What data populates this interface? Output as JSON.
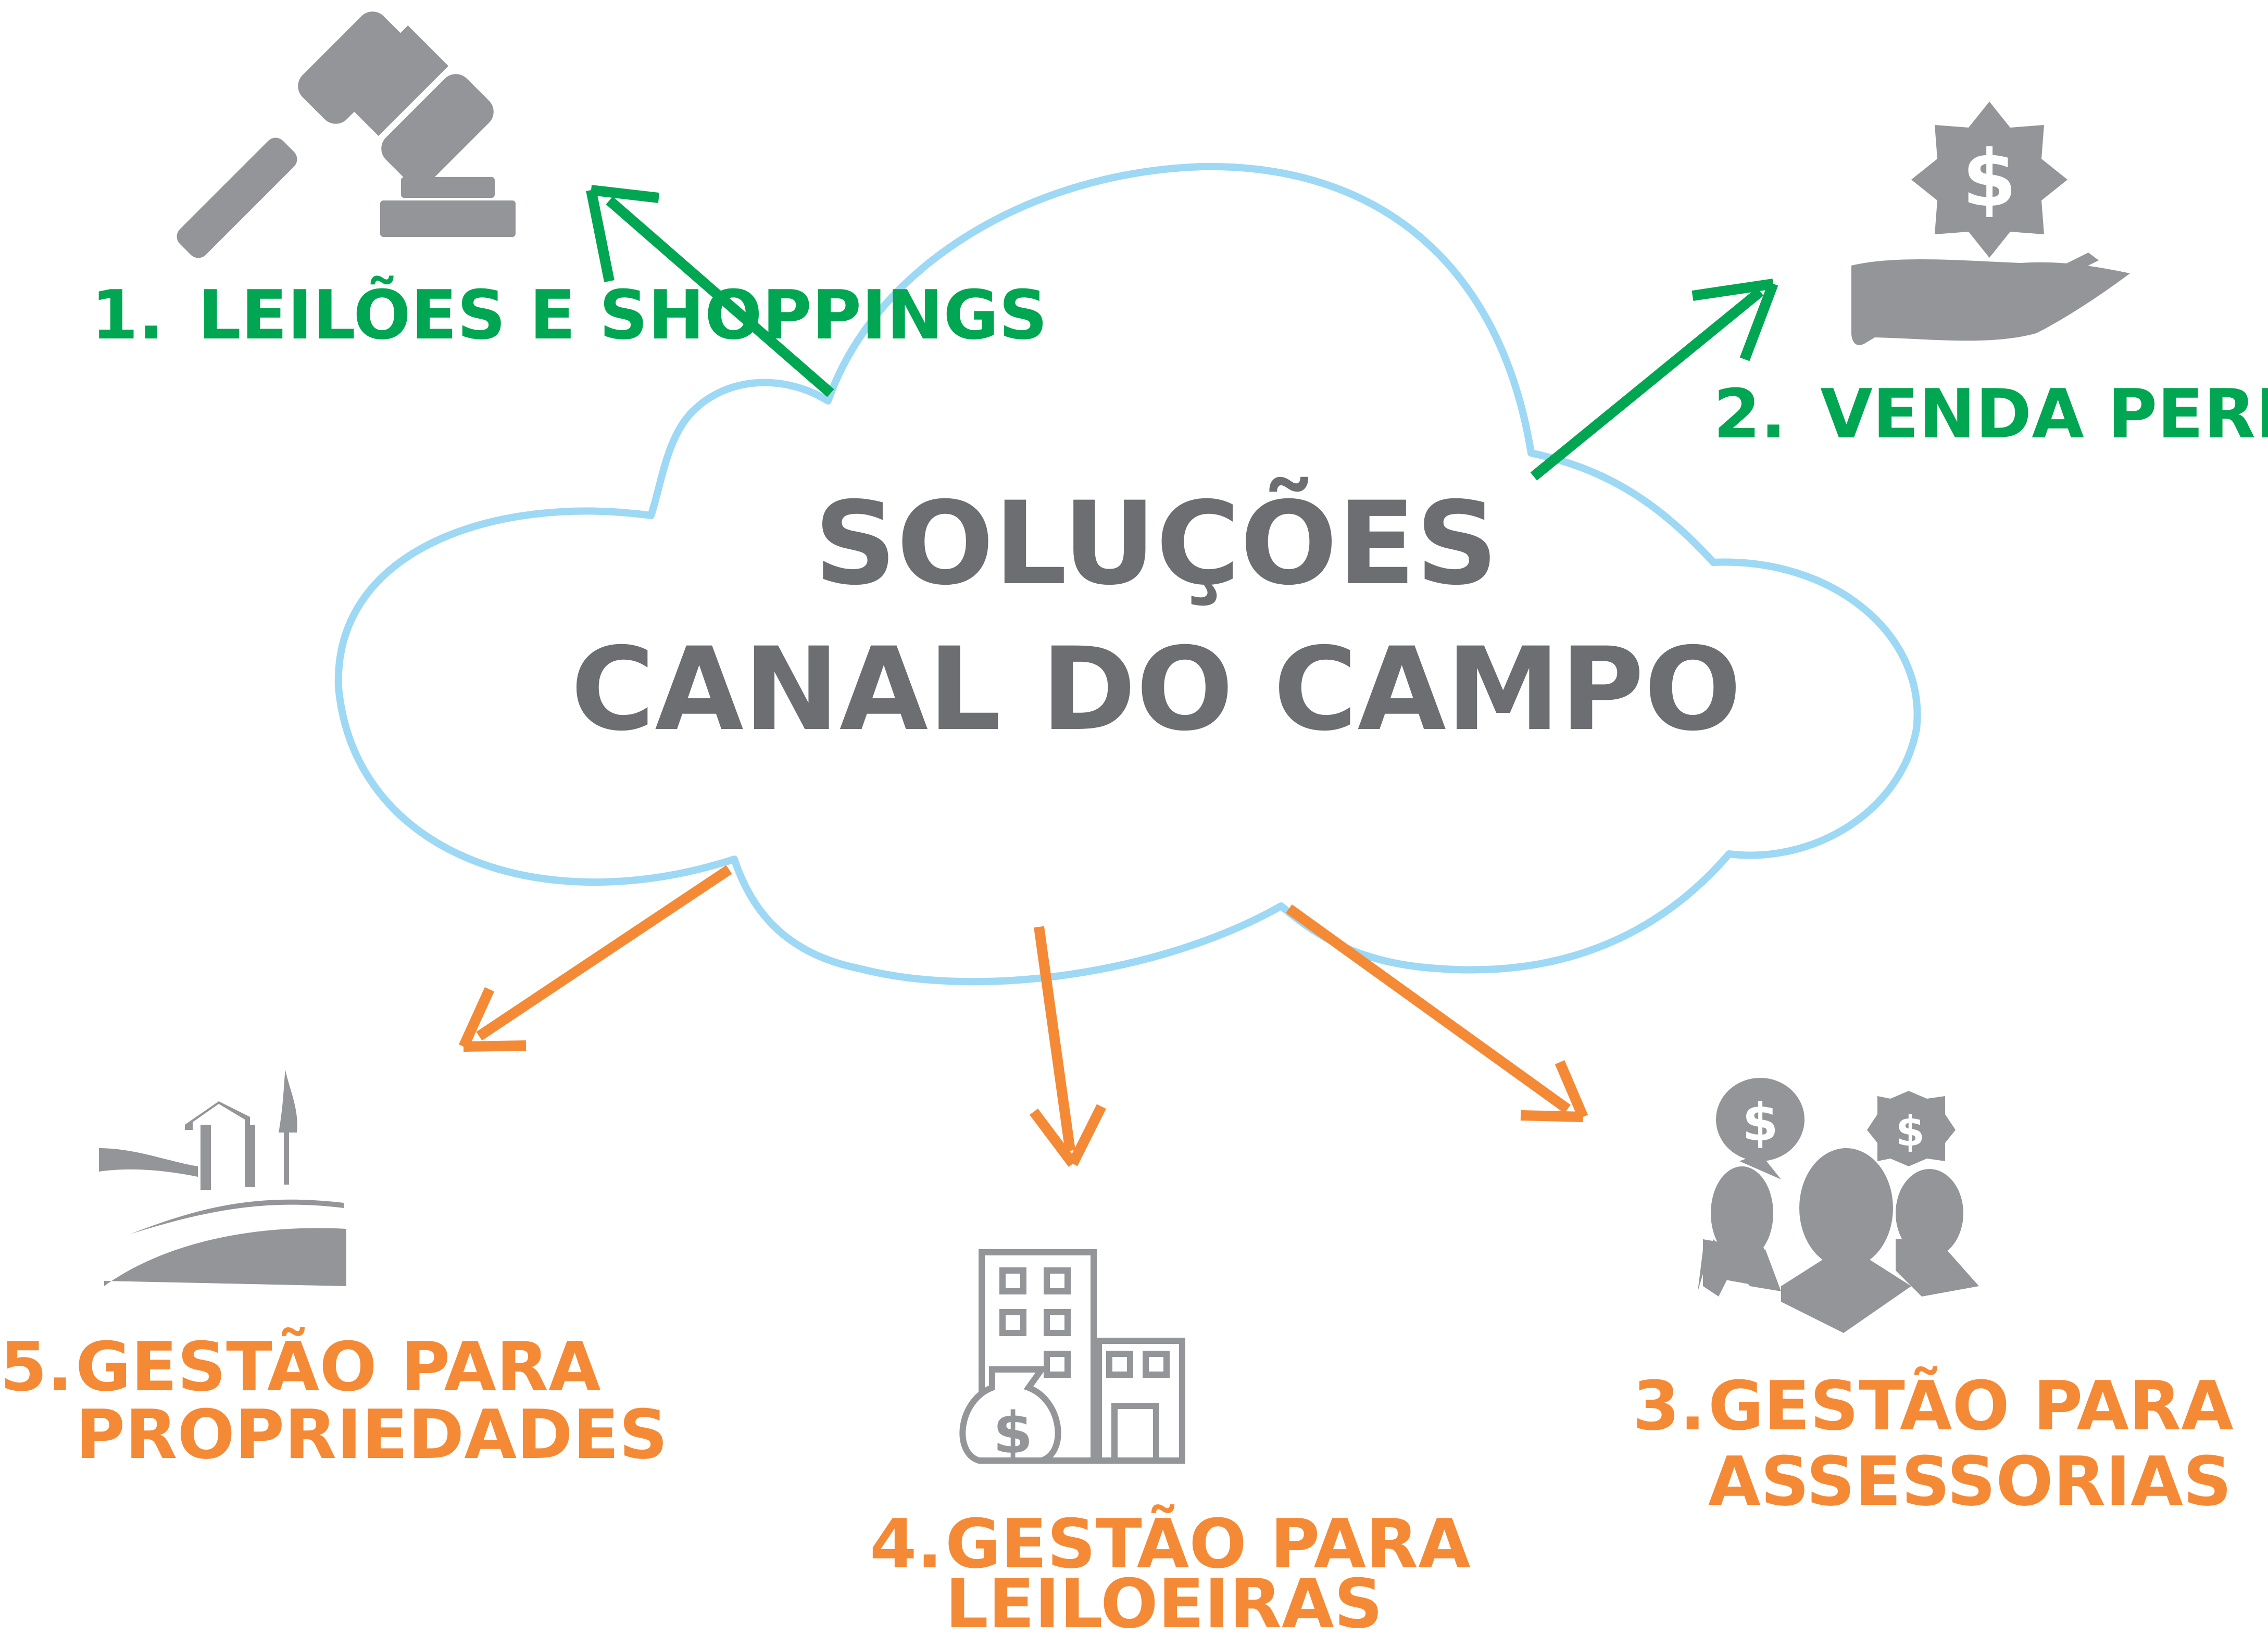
{
  "center": {
    "line1": "SOLUÇÕES",
    "line2": "CANAL DO CAMPO"
  },
  "solutions": [
    {
      "number": "1.",
      "label": "LEILÕES E SHOPPINGS",
      "icon": "auction-gavel-icon",
      "color": "#00a651"
    },
    {
      "number": "2.",
      "label": "VENDA PERMANENTE",
      "icon": "hand-money-icon",
      "color": "#00a651"
    },
    {
      "number": "3.",
      "label_line1": "GESTÃO PARA",
      "label_line2": "ASSESSORIAS",
      "icon": "advisors-people-icon",
      "color": "#f58a36"
    },
    {
      "number": "4.",
      "label_line1": "GESTÃO PARA",
      "label_line2": "LEILOEIRAS",
      "icon": "building-money-bag-icon",
      "color": "#f58a36"
    },
    {
      "number": "5.",
      "label_line1": "GESTÃO PARA",
      "label_line2": "PROPRIEDADES",
      "icon": "farm-property-icon",
      "color": "#f58a36"
    }
  ],
  "colors": {
    "cloud_outline": "#9dd8f4",
    "center_text": "#6d6e71",
    "icon_gray": "#939598",
    "green": "#00a651",
    "orange": "#f58a36"
  }
}
